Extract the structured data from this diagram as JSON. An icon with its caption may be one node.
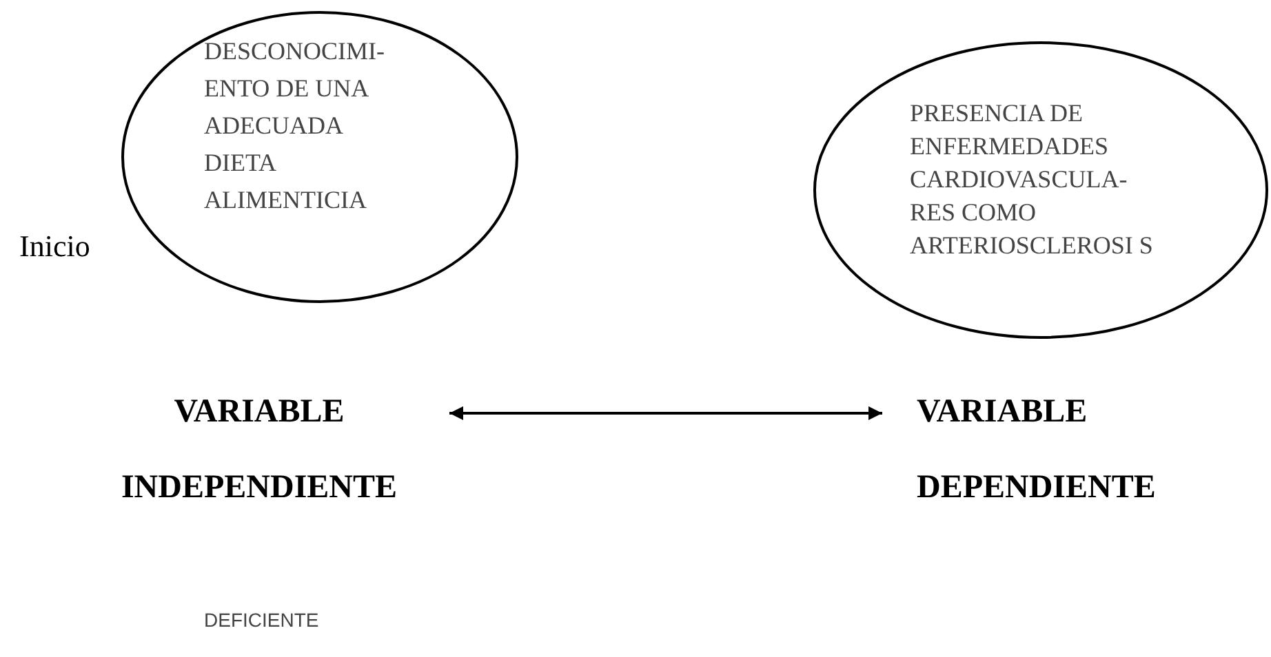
{
  "diagram": {
    "nodes": [
      {
        "text": [
          "DESCONOCIMI- ENTO DE UNA ADECUADA DIETA ALIMENTICIA"
        ]
      },
      {
        "text": [
          "PRESENCIA DE ENFERMEDADES CARDIOVASCULA- RES COMO ARTERIOSCLEROSI S"
        ]
      },
      {
        "text": [
          "VARIABLE INDEPENDIENTE"
        ]
      },
      {
        "text": [
          "VARIABLE DEPENDIENTE"
        ]
      }
    ],
    "edges": [
      {
        "from": 2,
        "to": 3,
        "arrow": "both"
      }
    ],
    "labels": [
      "Inicio",
      "DEFICIENTE"
    ]
  }
}
